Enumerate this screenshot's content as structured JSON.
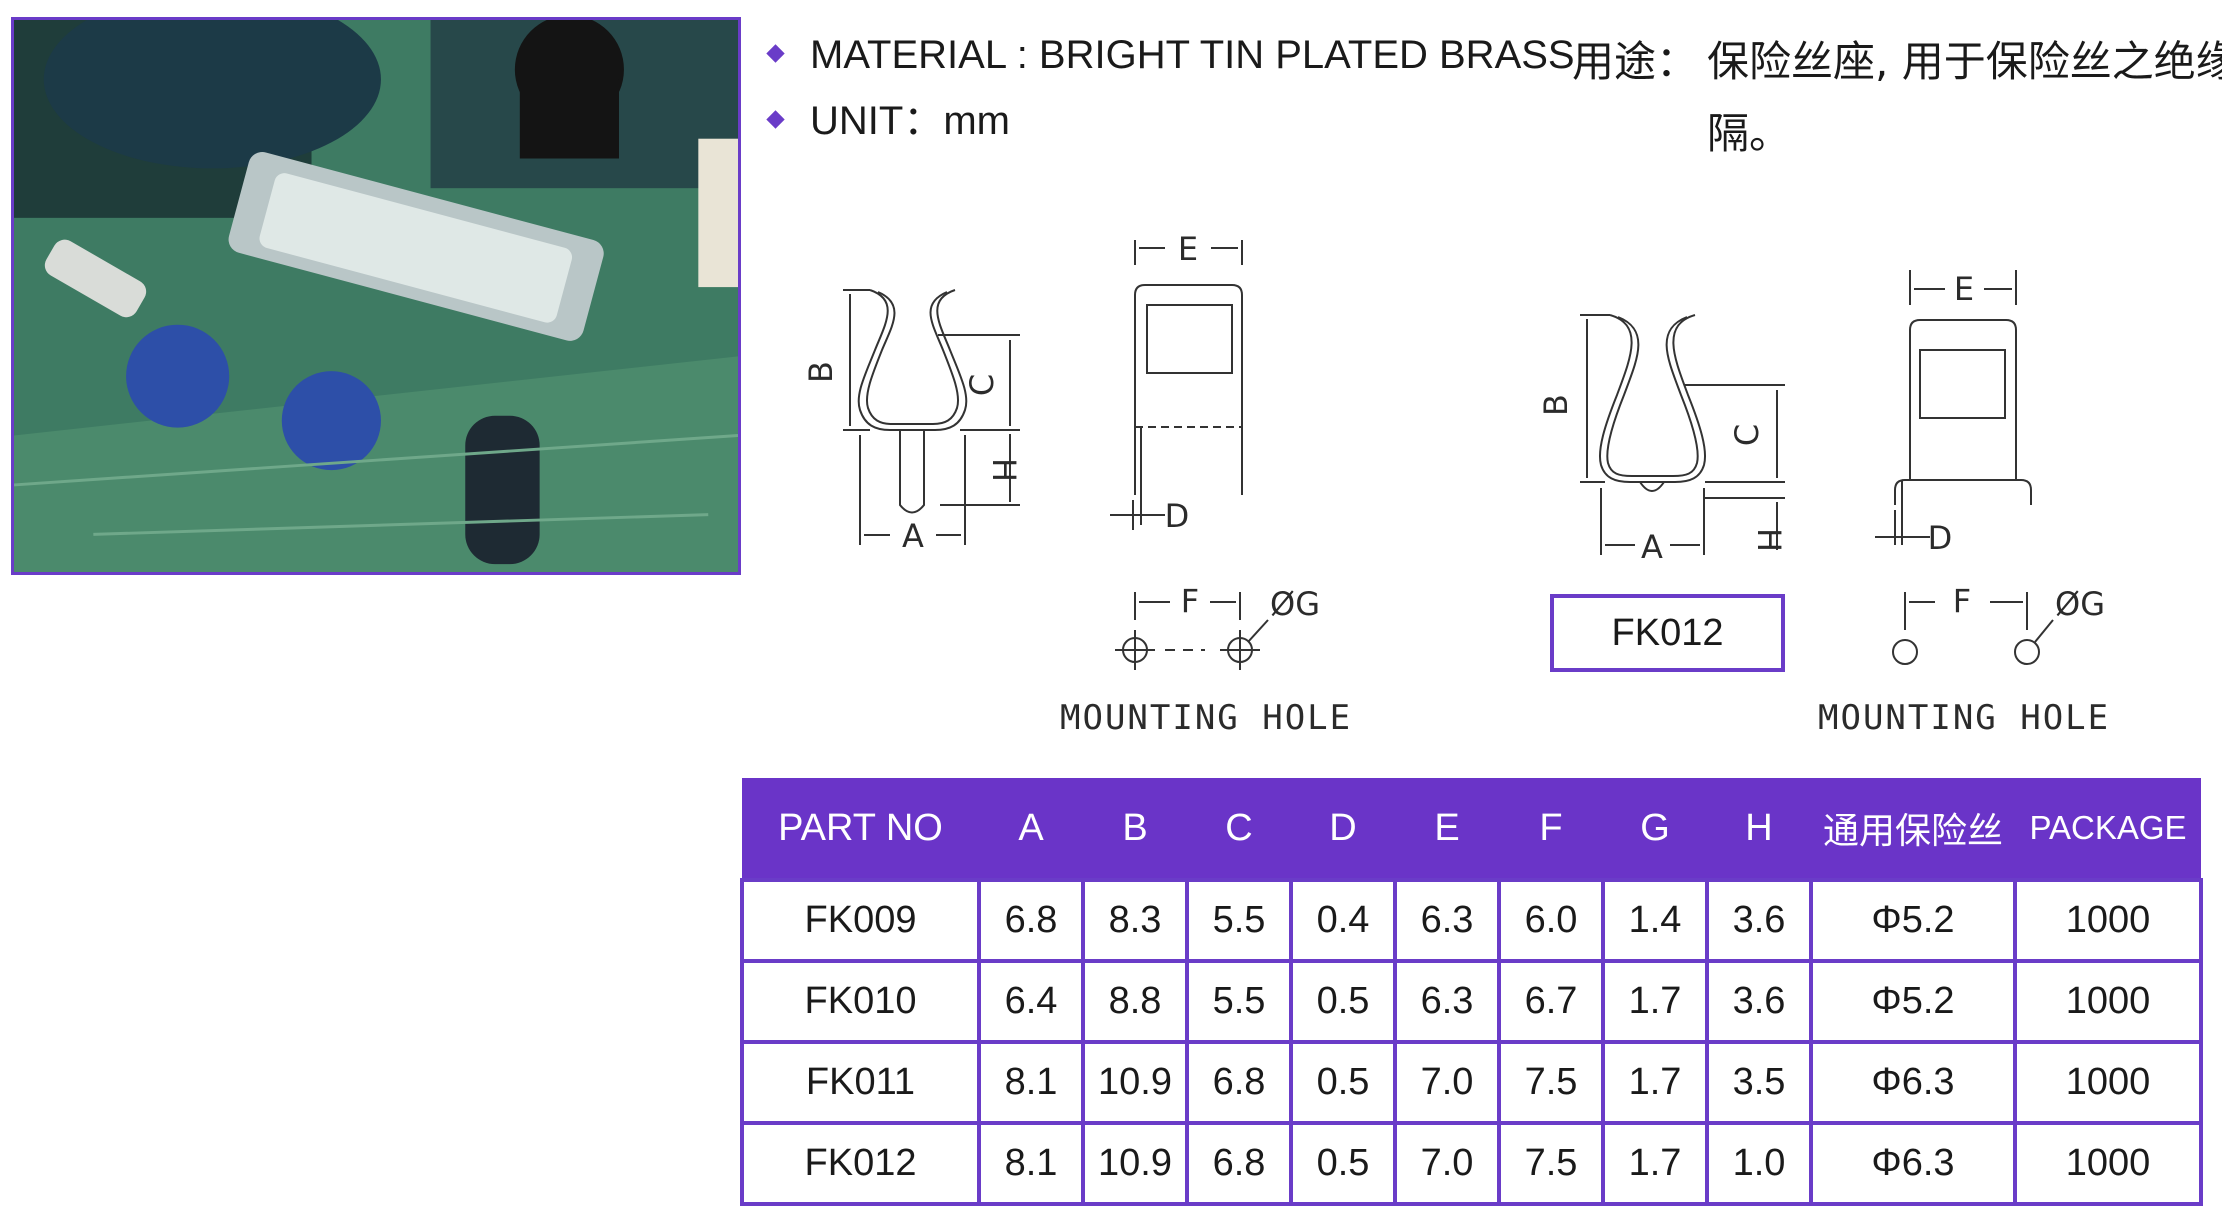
{
  "specs": {
    "material": "MATERIAL : BRIGHT TIN PLATED BRASS",
    "unit": "UNIT：mm"
  },
  "usage": {
    "label": "用途：",
    "text": "保险丝座, 用于保险丝之绝缘与间隔。"
  },
  "drawing_labels": {
    "a": "A",
    "b": "B",
    "c": "C",
    "d": "D",
    "e": "E",
    "f": "F",
    "g": "ØG",
    "h": "H",
    "mounting_hole": "MOUNTING  HOLE"
  },
  "part_label": "FK012",
  "colors": {
    "accent": "#6a3cc8",
    "header_bg": "#6a34c8",
    "header_text": "#ffffff"
  },
  "table": {
    "headers": [
      "PART NO",
      "A",
      "B",
      "C",
      "D",
      "E",
      "F",
      "G",
      "H",
      "通用保险丝",
      "PACKAGE"
    ],
    "rows": [
      [
        "FK009",
        "6.8",
        "8.3",
        "5.5",
        "0.4",
        "6.3",
        "6.0",
        "1.4",
        "3.6",
        "Φ5.2",
        "1000"
      ],
      [
        "FK010",
        "6.4",
        "8.8",
        "5.5",
        "0.5",
        "6.3",
        "6.7",
        "1.7",
        "3.6",
        "Φ5.2",
        "1000"
      ],
      [
        "FK011",
        "8.1",
        "10.9",
        "6.8",
        "0.5",
        "7.0",
        "7.5",
        "1.7",
        "3.5",
        "Φ6.3",
        "1000"
      ],
      [
        "FK012",
        "8.1",
        "10.9",
        "6.8",
        "0.5",
        "7.0",
        "7.5",
        "1.7",
        "1.0",
        "Φ6.3",
        "1000"
      ]
    ]
  }
}
